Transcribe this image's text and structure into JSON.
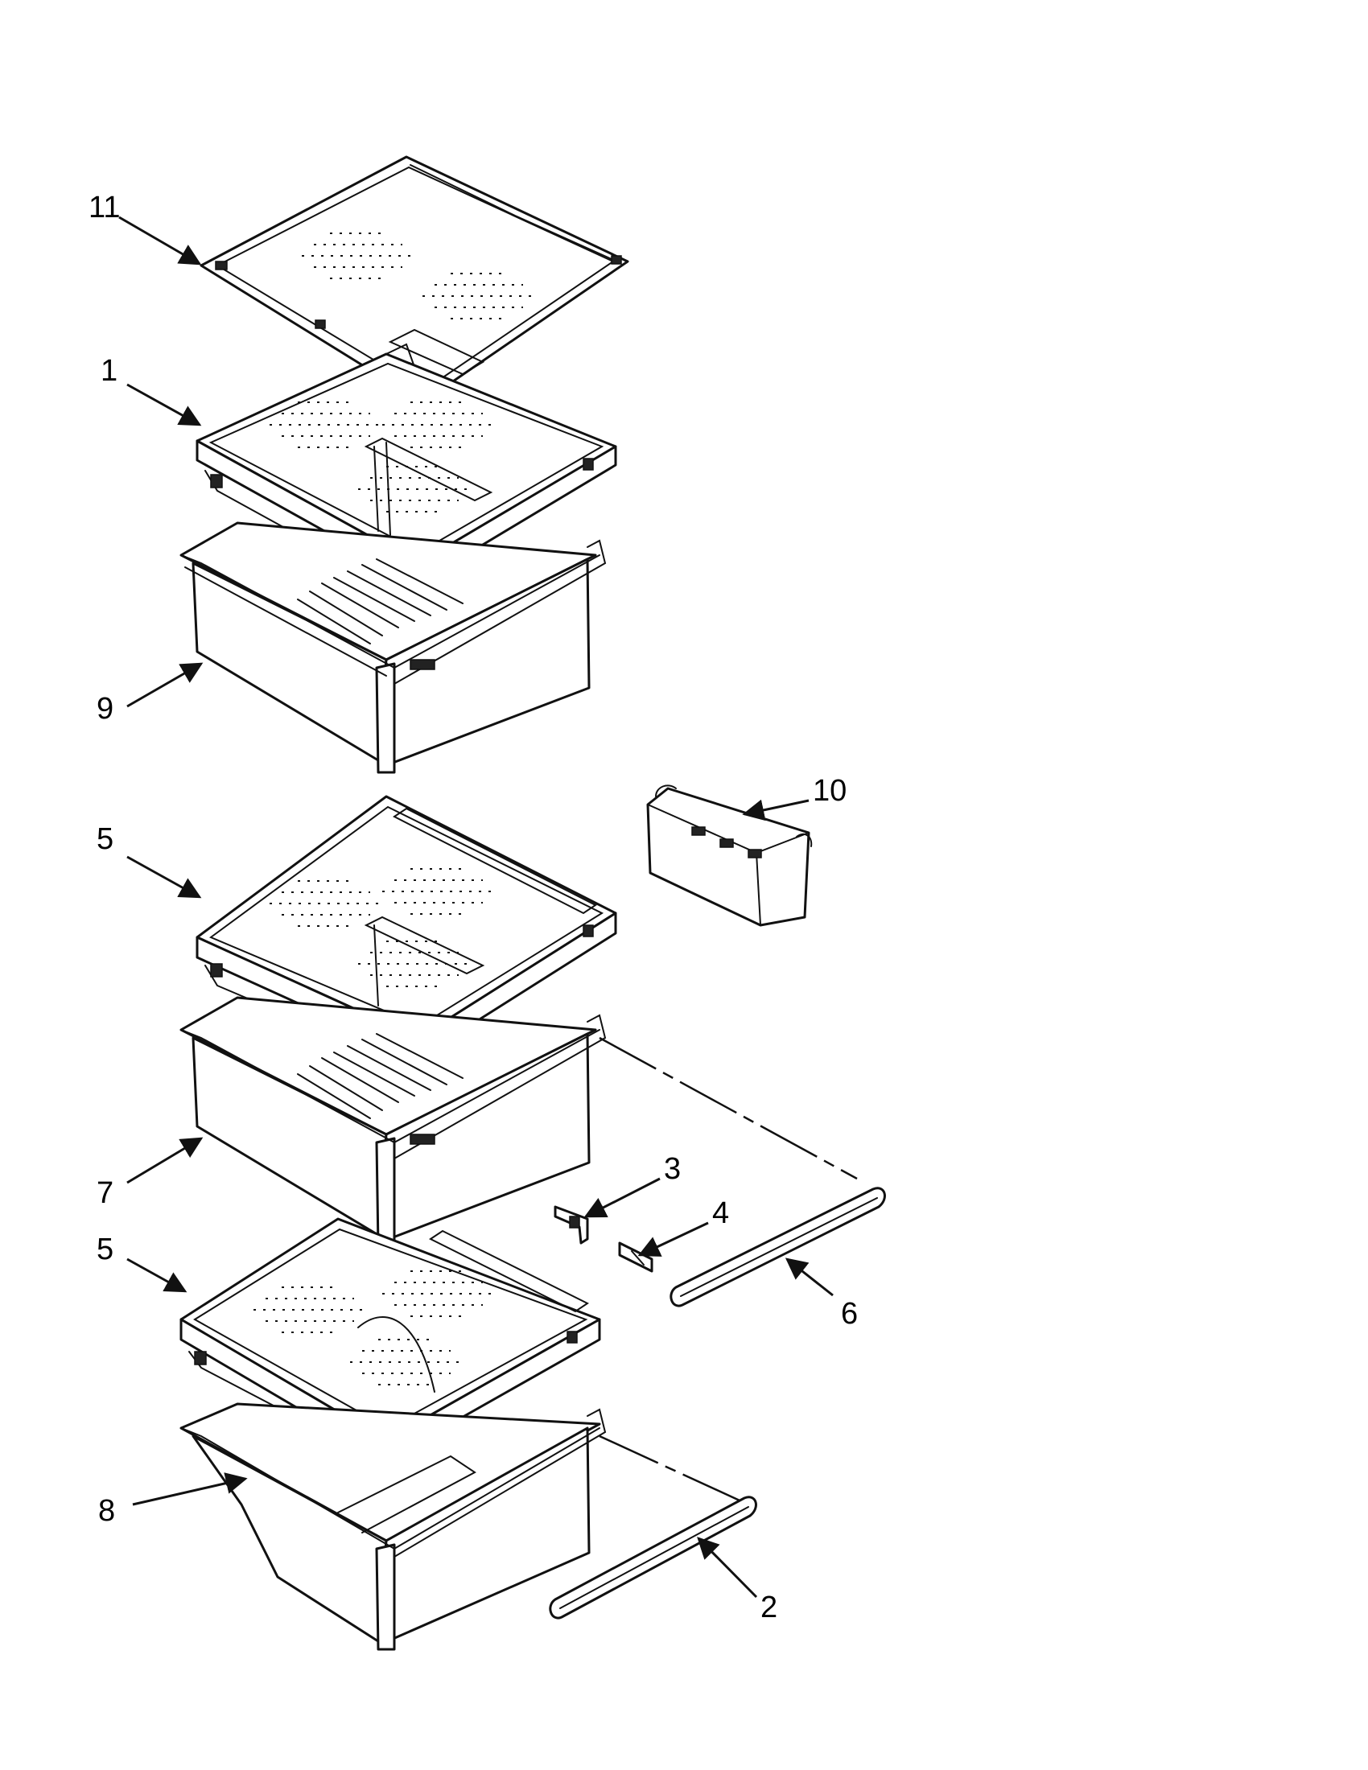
{
  "callouts": {
    "c11": "11",
    "c1": "1",
    "c9": "9",
    "c10": "10",
    "c5a": "5",
    "c7": "7",
    "c3": "3",
    "c4": "4",
    "c6": "6",
    "c5b": "5",
    "c8": "8",
    "c2": "2"
  },
  "colors": {
    "line": "#111111",
    "background": "#ffffff"
  }
}
